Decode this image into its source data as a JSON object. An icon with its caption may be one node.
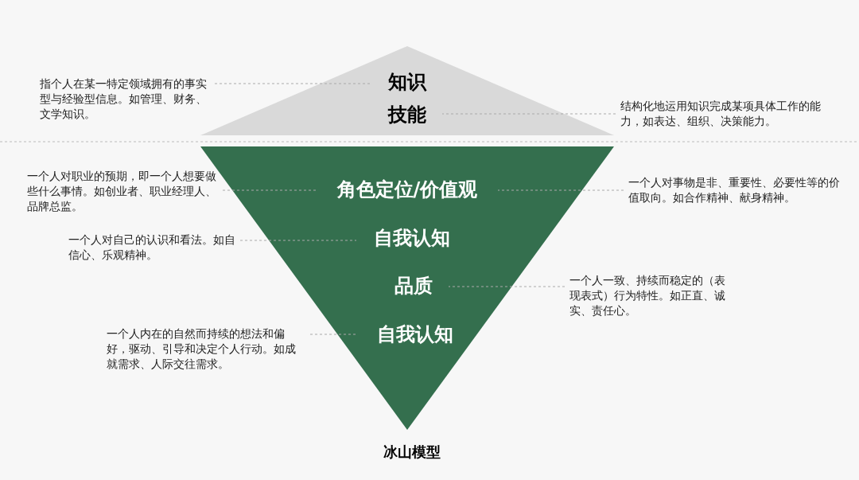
{
  "diagram": {
    "caption": "冰山模型",
    "nodes": [
      {
        "text": [],
        "shape": "triangle"
      },
      {
        "text": [
          "知识"
        ],
        "in": 0
      },
      {
        "text": [
          "技能"
        ],
        "in": 0
      },
      {
        "text": [],
        "shape": "triangle"
      },
      {
        "text": [
          "角色定位/价值观"
        ],
        "in": 3
      },
      {
        "text": [
          "自我认知"
        ],
        "in": 3
      },
      {
        "text": [
          "品质"
        ],
        "in": 3
      },
      {
        "text": [
          "自我认知"
        ],
        "in": 3
      },
      {
        "text": [
          "指个人在某一特定领域拥有的事实型与经验型信息。如管理、财务、文学知识。"
        ]
      },
      {
        "text": [
          "结构化地运用知识完成某项具体工作的能力，如表达、组织、决策能力。"
        ]
      },
      {
        "text": [
          "一个人对职业的预期，即一个人想要做些什么事情。如创业者、职业经理人、品牌总监。"
        ]
      },
      {
        "text": [
          "一个人对事物是非、重要性、必要性等的价值取向。如合作精神、献身精神。"
        ]
      },
      {
        "text": [
          "一个人对自己的认识和看法。如自信心、乐观精神。"
        ]
      },
      {
        "text": [
          "一个人一致、持续而稳定的（表现表式）行为特性。如正直、诚实、责任心。"
        ]
      },
      {
        "text": [
          "一个人内在的自然而持续的想法和偏好，驱动、引导和决定个人行动。如成就需求、人际交往需求。"
        ]
      }
    ],
    "edges": [
      {
        "from": 8,
        "to": 1,
        "arrow": "none",
        "style": "dashed"
      },
      {
        "from": 9,
        "to": 2,
        "arrow": "none",
        "style": "dashed"
      },
      {
        "from": 10,
        "to": 4,
        "arrow": "none",
        "style": "dashed"
      },
      {
        "from": 11,
        "to": 4,
        "arrow": "none",
        "style": "dashed"
      },
      {
        "from": 12,
        "to": 5,
        "arrow": "none",
        "style": "dashed"
      },
      {
        "from": 13,
        "to": 6,
        "arrow": "none",
        "style": "dashed"
      },
      {
        "from": 14,
        "to": 7,
        "arrow": "none",
        "style": "dashed"
      }
    ]
  }
}
